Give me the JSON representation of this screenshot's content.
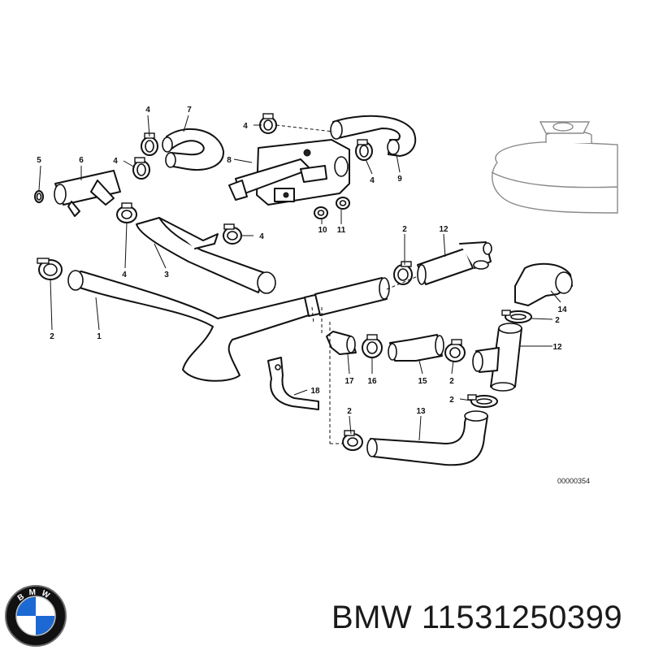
{
  "diagram": {
    "drawing_number": "00000354",
    "callouts": [
      {
        "id": "c1",
        "label": "1"
      },
      {
        "id": "c2a",
        "label": "2"
      },
      {
        "id": "c2b",
        "label": "2"
      },
      {
        "id": "c2c",
        "label": "2"
      },
      {
        "id": "c2d",
        "label": "2"
      },
      {
        "id": "c2e",
        "label": "2"
      },
      {
        "id": "c2f",
        "label": "2"
      },
      {
        "id": "c3",
        "label": "3"
      },
      {
        "id": "c4a",
        "label": "4"
      },
      {
        "id": "c4b",
        "label": "4"
      },
      {
        "id": "c4c",
        "label": "4"
      },
      {
        "id": "c4d",
        "label": "4"
      },
      {
        "id": "c4e",
        "label": "4"
      },
      {
        "id": "c4f",
        "label": "4"
      },
      {
        "id": "c5",
        "label": "5"
      },
      {
        "id": "c6",
        "label": "6"
      },
      {
        "id": "c7",
        "label": "7"
      },
      {
        "id": "c8",
        "label": "8"
      },
      {
        "id": "c9",
        "label": "9"
      },
      {
        "id": "c10",
        "label": "10"
      },
      {
        "id": "c11",
        "label": "11"
      },
      {
        "id": "c12a",
        "label": "12"
      },
      {
        "id": "c12b",
        "label": "12"
      },
      {
        "id": "c13",
        "label": "13"
      },
      {
        "id": "c14",
        "label": "14"
      },
      {
        "id": "c15",
        "label": "15"
      },
      {
        "id": "c16",
        "label": "16"
      },
      {
        "id": "c17",
        "label": "17"
      },
      {
        "id": "c18",
        "label": "18"
      }
    ]
  },
  "brand": {
    "name": "BMW",
    "part_number": "11531250399",
    "caption": "BMW 11531250399",
    "logo_letters": "BMW",
    "colors": {
      "blue": "#1c69d4",
      "ring": "#111111",
      "white": "#ffffff"
    }
  }
}
